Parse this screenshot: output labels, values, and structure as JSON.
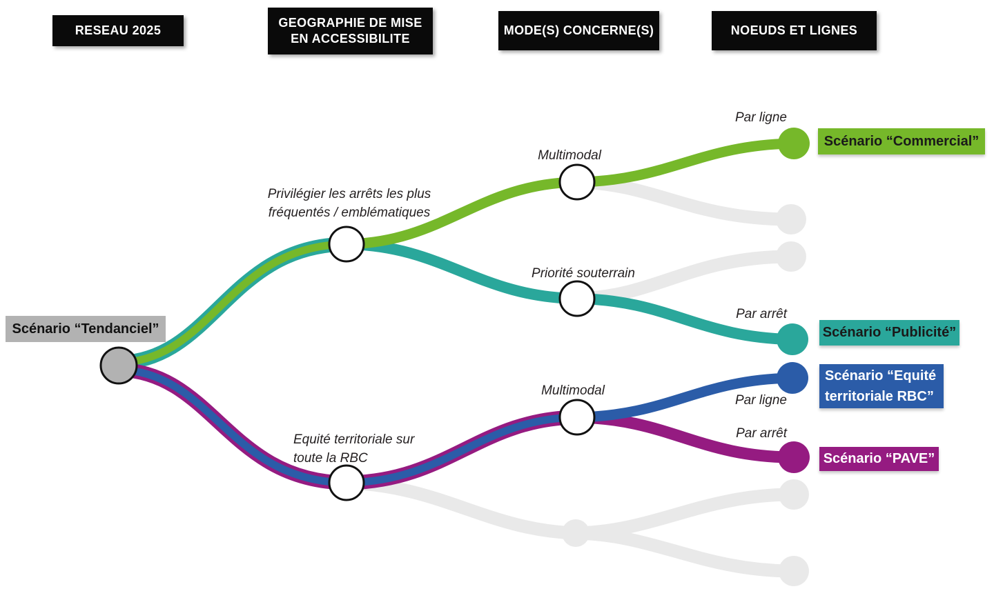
{
  "headers": [
    {
      "label": "RESEAU 2025"
    },
    {
      "label": "GEOGRAPHIE DE MISE EN ACCESSIBILITE"
    },
    {
      "label": "MODE(S) CONCERNE(S)"
    },
    {
      "label": "NOEUDS ET LIGNES"
    }
  ],
  "root": {
    "label": "Scénario “Tendanciel”"
  },
  "branches": {
    "privilegier": {
      "line1": "Privilégier les arrêts les plus",
      "line2": "fréquentés / emblématiques"
    },
    "equite": {
      "line1": "Equité territoriale sur",
      "line2": "toute la RBC"
    },
    "multimodal_top": {
      "label": "Multimodal"
    },
    "priorite_souterrain": {
      "label": "Priorité souterrain"
    },
    "multimodal_bottom": {
      "label": "Multimodal"
    }
  },
  "leaves": {
    "par_ligne_top": "Par ligne",
    "par_arret_teal": "Par arrêt",
    "par_ligne_blue": "Par ligne",
    "par_arret_purple": "Par arrêt"
  },
  "scenarios": [
    {
      "id": "commercial",
      "label": "Scénario “Commercial”",
      "color": "#76b82a",
      "text_color": "#1a1a1a"
    },
    {
      "id": "publicite",
      "label": "Scénario “Publicité”",
      "color": "#2aa79b",
      "text_color": "#1a1a1a"
    },
    {
      "id": "equite_territoriale_rbc",
      "label": "Scénario “Equité territoriale RBC”",
      "color": "#2b5ca8",
      "text_color": "#ffffff"
    },
    {
      "id": "pave",
      "label": "Scénario “PAVE”",
      "color": "#951b81",
      "text_color": "#ffffff"
    }
  ],
  "colors": {
    "green": "#76b82a",
    "teal": "#2aa79b",
    "blue": "#2b5ca8",
    "purple": "#951b81",
    "gray_line": "#e9e9e9",
    "gray_node": "#b2b2b2",
    "node_fill": "#ffffff",
    "node_stroke": "#111111",
    "header_bg": "#0a0a0a",
    "header_text": "#ffffff"
  }
}
